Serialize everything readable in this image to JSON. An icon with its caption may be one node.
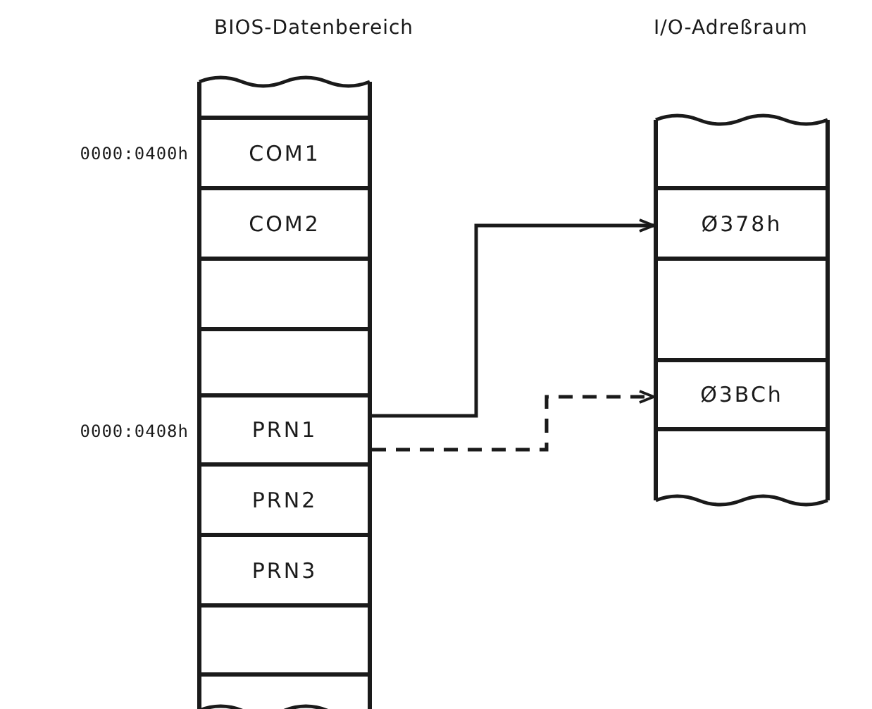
{
  "diagram": {
    "nodes": [
      {
        "text": [
          "BIOS-Datenbereich"
        ]
      },
      {
        "text": [],
        "shape": "box",
        "in": 0
      },
      {
        "text": [
          "COM1"
        ],
        "in": 0,
        "beside": [
          "0000:0400h"
        ]
      },
      {
        "text": [
          "COM2"
        ],
        "in": 0
      },
      {
        "text": [],
        "shape": "box",
        "in": 0
      },
      {
        "text": [],
        "shape": "box",
        "in": 0
      },
      {
        "text": [
          "PRN1"
        ],
        "in": 0,
        "beside": [
          "0000:0408h"
        ]
      },
      {
        "text": [
          "PRN2"
        ],
        "in": 0
      },
      {
        "text": [
          "PRN3"
        ],
        "in": 0
      },
      {
        "text": [],
        "shape": "box",
        "in": 0
      },
      {
        "text": [],
        "shape": "box",
        "in": 0
      },
      {
        "text": [
          "I/O-Adreßraum"
        ]
      },
      {
        "text": [],
        "shape": "box",
        "in": 11
      },
      {
        "text": [
          "Ø378h"
        ],
        "in": 11
      },
      {
        "text": [],
        "shape": "box",
        "in": 11
      },
      {
        "text": [
          "Ø3BCh"
        ],
        "in": 11
      },
      {
        "text": [],
        "shape": "box",
        "in": 11
      }
    ],
    "edges": [
      {
        "from": 6,
        "to": 13,
        "arrow": "to"
      },
      {
        "from": 6,
        "to": 15,
        "arrow": "to",
        "style": "dashed"
      }
    ]
  }
}
